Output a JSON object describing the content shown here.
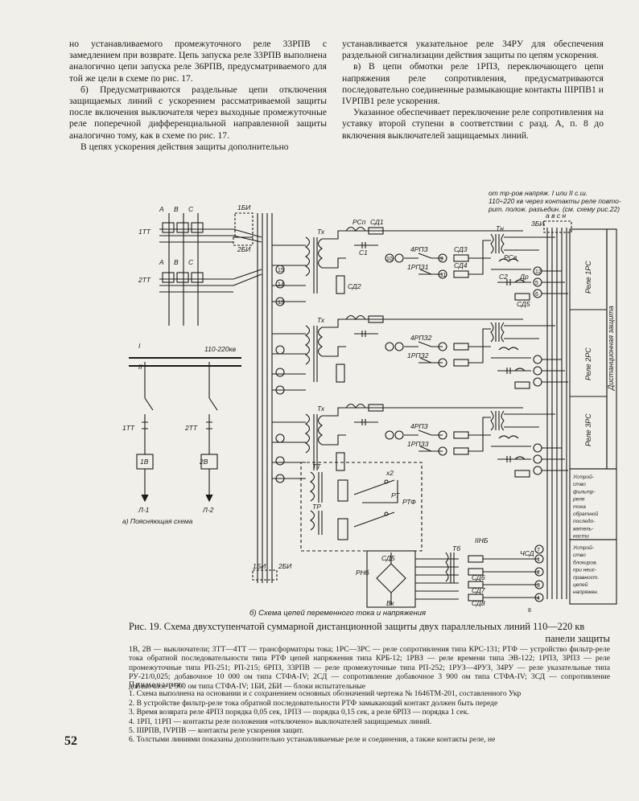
{
  "page_number": "52",
  "left_column": [
    "но устанавливаемого промежуточного реле 33РПВ с замедлением при возврате. Цепь запуска реле 33РПВ выполнена аналогично цепи запуска реле 36РПВ, предусматриваемого для той же цели в схеме по рис. 17.",
    "б) Предусматриваются раздельные цепи отключения защищаемых линий с ускорением рассматриваемой защиты после включения выключателя через выходные промежуточные реле поперечной дифференциальной направленной защиты аналогично тому, как в схеме по рис. 17.",
    "В цепях ускорения действия защиты дополнительно"
  ],
  "right_column": [
    "устанавливается указательное реле 34РУ для обеспечения раздельной сигнализации действия защиты по цепям ускорения.",
    "в) В цепи обмотки реле 1РПЗ, переключающего цепи напряжения реле сопротивления, предусматриваются последовательно соединенные размыкающие контакты IIIРПВ1 и IVРПВ1 реле ускорения.",
    "Указанное обеспечивает переключение реле сопротивления на уставку второй ступени в соответствии с разд. А, п. 8 до включения выключателей защищаемых линий."
  ],
  "caption": {
    "line1": "Рис. 19. Схема двухступенчатой суммарной дистанционной защиты двух параллельных линий 110—220 кв",
    "line2": "панели защиты"
  },
  "legend": "1В, 2В — выключатели; 3ТТ—4ТТ — трансформаторы тока; 1РС—3РС — реле сопротивления типа КРС-131; РТФ — устройство фильтр-реле тока обратной последовательности типа РТФ цепей напряжения типа КРБ-12; 1РВЗ — реле времени типа ЭВ-122; 1РПЗ, 3РПЗ — реле промежуточные типа РП-251; РП-215; 6РПЗ, 33РПВ — реле промежуточные типа РП-252; 1РУЗ—4РУЗ, 34РУ — реле указательные типа РУ-21/0,025; добавочное 10 000 ом типа СТФА-IV; 2СД — сопротивление добавочное 3 900 ом типа СТФА-IV; 3СД — сопротивление добавочное 2 500 ом типа СТФА-IV; 1БИ, 2БИ — блоки испытательные",
  "notes": {
    "title": "Примечания:",
    "items": [
      "1. Схема выполнена на основании и с сохранением основных обозначений чертежа № 1646ТМ-201, составленного Укр",
      "2. В устройстве фильтр-реле тока обратной последовательности РТФ замыкающий контакт должен быть переде",
      "3. Время возврата реле 4РПЗ порядка 0,05 сек, 1РПЗ — порядка 0,15 сек, а реле 6РПЗ — порядка 1 сек.",
      "4. 1РП, 11РП — контакты реле положения «отключено» выключателей защищаемых линий.",
      "5. IIIРПВ, IVРПВ — контакты реле ускорения защит.",
      "6. Толстыми линиями показаны дополнительно устанавливаемые реле и соединения, а также контакты реле, не"
    ]
  },
  "diagram": {
    "top_note": [
      "от тр-ров напряж. I или II с.ш.",
      "110÷220 кв через контакты реле повто-",
      "рит. полож. разъедин. (см. схему рис.22)"
    ],
    "labels": {
      "phases": [
        "А",
        "В",
        "С"
      ],
      "ct_1": "1ТТ",
      "ct_2": "2ТТ",
      "block_top": "1БИ",
      "block_mid": "2БИ",
      "block_right": "3БИ",
      "block_right_letters": "а в с н",
      "bottom_blocks": [
        "1БИ",
        "2БИ"
      ],
      "tx": "Тх",
      "tn": "Тн",
      "rsp": "РСп",
      "sd1": "СД1",
      "sd2": "СД2",
      "sd3": "СД3",
      "sd4": "СД4",
      "sd5": "СД5",
      "c1": "С1",
      "c2": "С2",
      "rsv": "РСв",
      "dr": "Др",
      "rpz_rows": [
        [
          "4РПЗ",
          "1РПЗ1"
        ],
        [
          "4РПЗ2",
          "1РПЗ2"
        ],
        [
          "4РПЗ",
          "1РПЗ3"
        ]
      ],
      "bus_voltage": "110-220кв",
      "bus_1": "I",
      "bus_2": "II",
      "ct_lines": [
        "1ТТ",
        "2ТТ"
      ],
      "breakers": [
        "1В",
        "2В"
      ],
      "lines": [
        "Л-1",
        "Л-2"
      ],
      "tt": "ТТ",
      "tr": "ТР",
      "rtf": "РТФ",
      "x2": "х2",
      "rt": "РТ",
      "ihb": "IIНБ",
      "rnb": "РНб",
      "tb": "Тб",
      "cd5": "СД5",
      "vk": "Вк",
      "csd": "ЧСД",
      "sd6": "СД6",
      "sd7": "СД7",
      "sd8": "СД8",
      "explanatory": "а) Поясняющая схема",
      "schematic": "б) Схема цепей переменного тока и напряжения"
    },
    "side_labels": [
      "Реле 1РС",
      "Реле 2РС",
      "Реле 3РС",
      "Дистанционная защита"
    ],
    "side_device_1": [
      "Устрой-",
      "ство",
      "фильтр-",
      "реле",
      "тока",
      "обратной",
      "последо-",
      "ватель-",
      "ности"
    ],
    "side_device_2": [
      "Устрой-",
      "ство",
      "блокиров.",
      "при неис-",
      "правност.",
      "цепей",
      "напряжен."
    ],
    "node_numbers": [
      "15",
      "14",
      "13",
      "10",
      "9",
      "11",
      "12",
      "5",
      "6",
      "7",
      "1",
      "2",
      "3",
      "4",
      "8"
    ]
  }
}
